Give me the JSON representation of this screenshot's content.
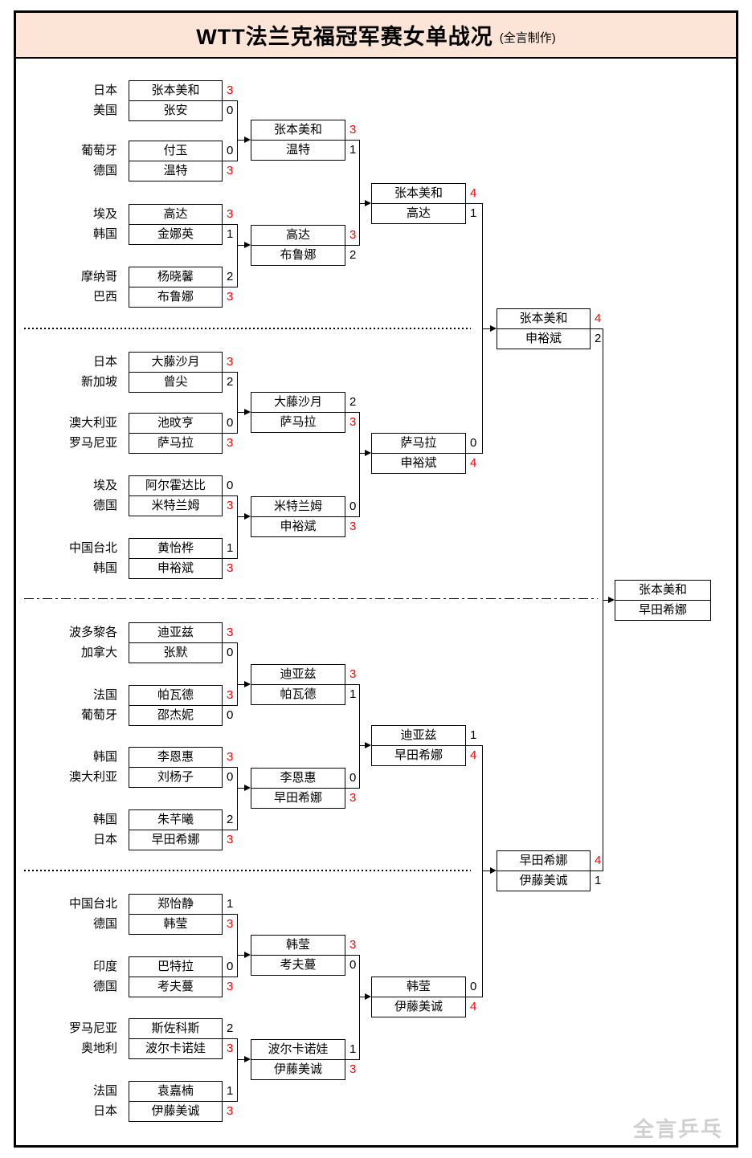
{
  "title": {
    "main": "WTT法兰克福冠军赛女单战况",
    "sub": "(全言制作)"
  },
  "watermark": "全言乒乓",
  "colors": {
    "winner_score": "#ff0000",
    "loser_score": "#000000",
    "title_bg": "#fce4d6",
    "line": "#000000",
    "background": "#ffffff"
  },
  "bracket": {
    "round1": [
      {
        "p1": {
          "country": "日本",
          "name": "张本美和",
          "score": "3",
          "winner": true
        },
        "p2": {
          "country": "美国",
          "name": "张安",
          "score": "0",
          "winner": false
        }
      },
      {
        "p1": {
          "country": "葡萄牙",
          "name": "付玉",
          "score": "0",
          "winner": false
        },
        "p2": {
          "country": "德国",
          "name": "温特",
          "score": "3",
          "winner": true
        }
      },
      {
        "p1": {
          "country": "埃及",
          "name": "高达",
          "score": "3",
          "winner": true
        },
        "p2": {
          "country": "韩国",
          "name": "金娜英",
          "score": "1",
          "winner": false
        }
      },
      {
        "p1": {
          "country": "摩纳哥",
          "name": "杨晓馨",
          "score": "2",
          "winner": false
        },
        "p2": {
          "country": "巴西",
          "name": "布鲁娜",
          "score": "3",
          "winner": true
        }
      },
      {
        "p1": {
          "country": "日本",
          "name": "大藤沙月",
          "score": "3",
          "winner": true
        },
        "p2": {
          "country": "新加坡",
          "name": "曾尖",
          "score": "2",
          "winner": false
        }
      },
      {
        "p1": {
          "country": "澳大利亚",
          "name": "池旼亨",
          "score": "0",
          "winner": false
        },
        "p2": {
          "country": "罗马尼亚",
          "name": "萨马拉",
          "score": "3",
          "winner": true
        }
      },
      {
        "p1": {
          "country": "埃及",
          "name": "阿尔霍达比",
          "score": "0",
          "winner": false
        },
        "p2": {
          "country": "德国",
          "name": "米特兰姆",
          "score": "3",
          "winner": true
        }
      },
      {
        "p1": {
          "country": "中国台北",
          "name": "黄怡桦",
          "score": "1",
          "winner": false
        },
        "p2": {
          "country": "韩国",
          "name": "申裕斌",
          "score": "3",
          "winner": true
        }
      },
      {
        "p1": {
          "country": "波多黎各",
          "name": "迪亚兹",
          "score": "3",
          "winner": true
        },
        "p2": {
          "country": "加拿大",
          "name": "张默",
          "score": "0",
          "winner": false
        }
      },
      {
        "p1": {
          "country": "法国",
          "name": "帕瓦德",
          "score": "3",
          "winner": true
        },
        "p2": {
          "country": "葡萄牙",
          "name": "邵杰妮",
          "score": "0",
          "winner": false
        }
      },
      {
        "p1": {
          "country": "韩国",
          "name": "李恩惠",
          "score": "3",
          "winner": true
        },
        "p2": {
          "country": "澳大利亚",
          "name": "刘杨子",
          "score": "0",
          "winner": false
        }
      },
      {
        "p1": {
          "country": "韩国",
          "name": "朱芊曦",
          "score": "2",
          "winner": false
        },
        "p2": {
          "country": "日本",
          "name": "早田希娜",
          "score": "3",
          "winner": true
        }
      },
      {
        "p1": {
          "country": "中国台北",
          "name": "郑怡静",
          "score": "1",
          "winner": false
        },
        "p2": {
          "country": "德国",
          "name": "韩莹",
          "score": "3",
          "winner": true
        }
      },
      {
        "p1": {
          "country": "印度",
          "name": "巴特拉",
          "score": "0",
          "winner": false
        },
        "p2": {
          "country": "德国",
          "name": "考夫蔓",
          "score": "3",
          "winner": true
        }
      },
      {
        "p1": {
          "country": "罗马尼亚",
          "name": "斯佐科斯",
          "score": "2",
          "winner": false
        },
        "p2": {
          "country": "奥地利",
          "name": "波尔卡诺娃",
          "score": "3",
          "winner": true
        }
      },
      {
        "p1": {
          "country": "法国",
          "name": "袁嘉楠",
          "score": "1",
          "winner": false
        },
        "p2": {
          "country": "日本",
          "name": "伊藤美诚",
          "score": "3",
          "winner": true
        }
      }
    ],
    "round2": [
      {
        "p1": {
          "name": "张本美和",
          "score": "3",
          "winner": true
        },
        "p2": {
          "name": "温特",
          "score": "1",
          "winner": false
        }
      },
      {
        "p1": {
          "name": "高达",
          "score": "3",
          "winner": true
        },
        "p2": {
          "name": "布鲁娜",
          "score": "2",
          "winner": false
        }
      },
      {
        "p1": {
          "name": "大藤沙月",
          "score": "2",
          "winner": false
        },
        "p2": {
          "name": "萨马拉",
          "score": "3",
          "winner": true
        }
      },
      {
        "p1": {
          "name": "米特兰姆",
          "score": "0",
          "winner": false
        },
        "p2": {
          "name": "申裕斌",
          "score": "3",
          "winner": true
        }
      },
      {
        "p1": {
          "name": "迪亚兹",
          "score": "3",
          "winner": true
        },
        "p2": {
          "name": "帕瓦德",
          "score": "1",
          "winner": false
        }
      },
      {
        "p1": {
          "name": "李恩惠",
          "score": "0",
          "winner": false
        },
        "p2": {
          "name": "早田希娜",
          "score": "3",
          "winner": true
        }
      },
      {
        "p1": {
          "name": "韩莹",
          "score": "3",
          "winner": true
        },
        "p2": {
          "name": "考夫蔓",
          "score": "0",
          "winner": false
        }
      },
      {
        "p1": {
          "name": "波尔卡诺娃",
          "score": "1",
          "winner": false
        },
        "p2": {
          "name": "伊藤美诚",
          "score": "3",
          "winner": true
        }
      }
    ],
    "quarterfinals": [
      {
        "p1": {
          "name": "张本美和",
          "score": "4",
          "winner": true
        },
        "p2": {
          "name": "高达",
          "score": "1",
          "winner": false
        }
      },
      {
        "p1": {
          "name": "萨马拉",
          "score": "0",
          "winner": false
        },
        "p2": {
          "name": "申裕斌",
          "score": "4",
          "winner": true
        }
      },
      {
        "p1": {
          "name": "迪亚兹",
          "score": "1",
          "winner": false
        },
        "p2": {
          "name": "早田希娜",
          "score": "4",
          "winner": true
        }
      },
      {
        "p1": {
          "name": "韩莹",
          "score": "0",
          "winner": false
        },
        "p2": {
          "name": "伊藤美诚",
          "score": "4",
          "winner": true
        }
      }
    ],
    "semifinals": [
      {
        "p1": {
          "name": "张本美和",
          "score": "4",
          "winner": true
        },
        "p2": {
          "name": "申裕斌",
          "score": "2",
          "winner": false
        }
      },
      {
        "p1": {
          "name": "早田希娜",
          "score": "4",
          "winner": true
        },
        "p2": {
          "name": "伊藤美诚",
          "score": "1",
          "winner": false
        }
      }
    ],
    "final": {
      "p1": {
        "name": "张本美和"
      },
      "p2": {
        "name": "早田希娜"
      }
    }
  }
}
